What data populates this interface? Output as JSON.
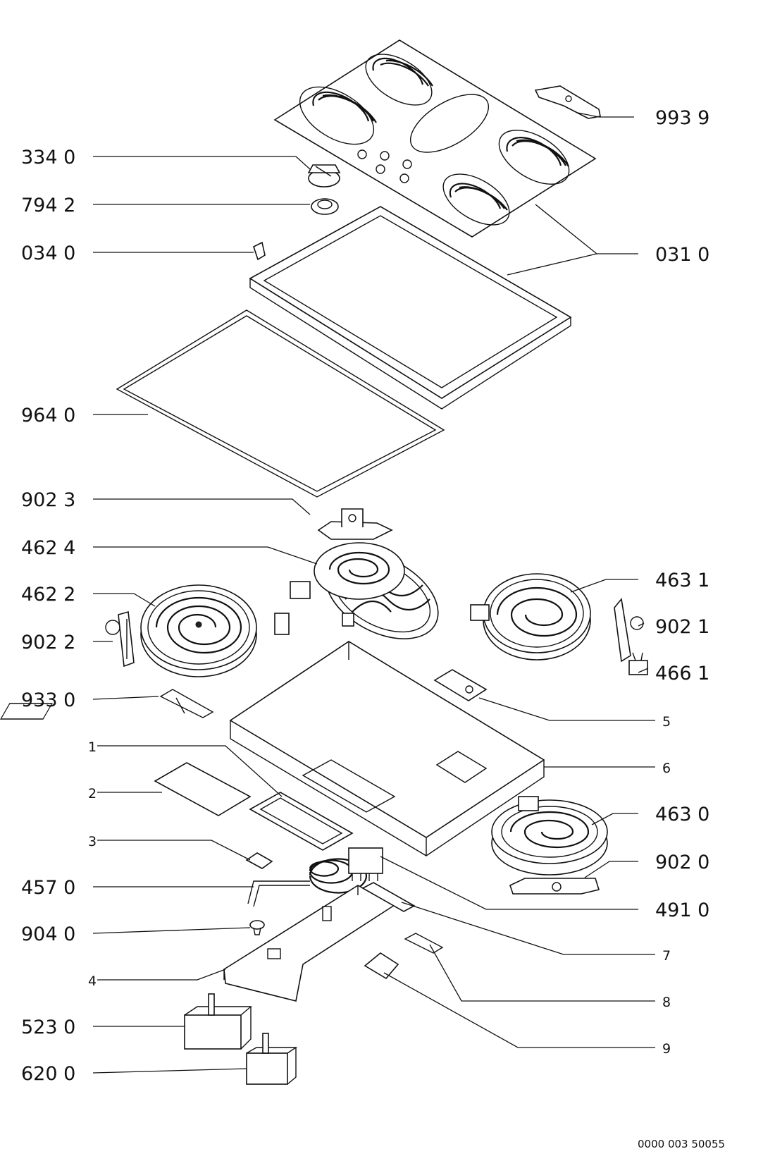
{
  "diagram": {
    "callouts": [
      {
        "id": "c9939",
        "text": "993  9"
      },
      {
        "id": "c3340",
        "text": "334  0"
      },
      {
        "id": "c7942",
        "text": "794  2"
      },
      {
        "id": "c0340",
        "text": "034  0"
      },
      {
        "id": "c0310",
        "text": "031  0"
      },
      {
        "id": "c9640",
        "text": "964  0"
      },
      {
        "id": "c9023",
        "text": "902  3"
      },
      {
        "id": "c4624",
        "text": "462  4"
      },
      {
        "id": "c4622",
        "text": "462  2"
      },
      {
        "id": "c9022",
        "text": "902  2"
      },
      {
        "id": "c4631",
        "text": "463  1"
      },
      {
        "id": "c9021",
        "text": "902  1"
      },
      {
        "id": "c4661",
        "text": "466  1"
      },
      {
        "id": "c9330",
        "text": "933  0"
      },
      {
        "id": "c5",
        "text": "5"
      },
      {
        "id": "c1",
        "text": "1"
      },
      {
        "id": "c6",
        "text": "6"
      },
      {
        "id": "c2",
        "text": "2"
      },
      {
        "id": "c4630",
        "text": "463  0"
      },
      {
        "id": "c3",
        "text": "3"
      },
      {
        "id": "c9020",
        "text": "902  0"
      },
      {
        "id": "c4570",
        "text": "457  0"
      },
      {
        "id": "c4910",
        "text": "491  0"
      },
      {
        "id": "c9040",
        "text": "904  0"
      },
      {
        "id": "c7",
        "text": "7"
      },
      {
        "id": "c4",
        "text": "4"
      },
      {
        "id": "c8",
        "text": "8"
      },
      {
        "id": "c5230",
        "text": "523  0"
      },
      {
        "id": "c9",
        "text": "9"
      },
      {
        "id": "c6200",
        "text": "620  0"
      }
    ],
    "reference": "0000  003  50055"
  }
}
